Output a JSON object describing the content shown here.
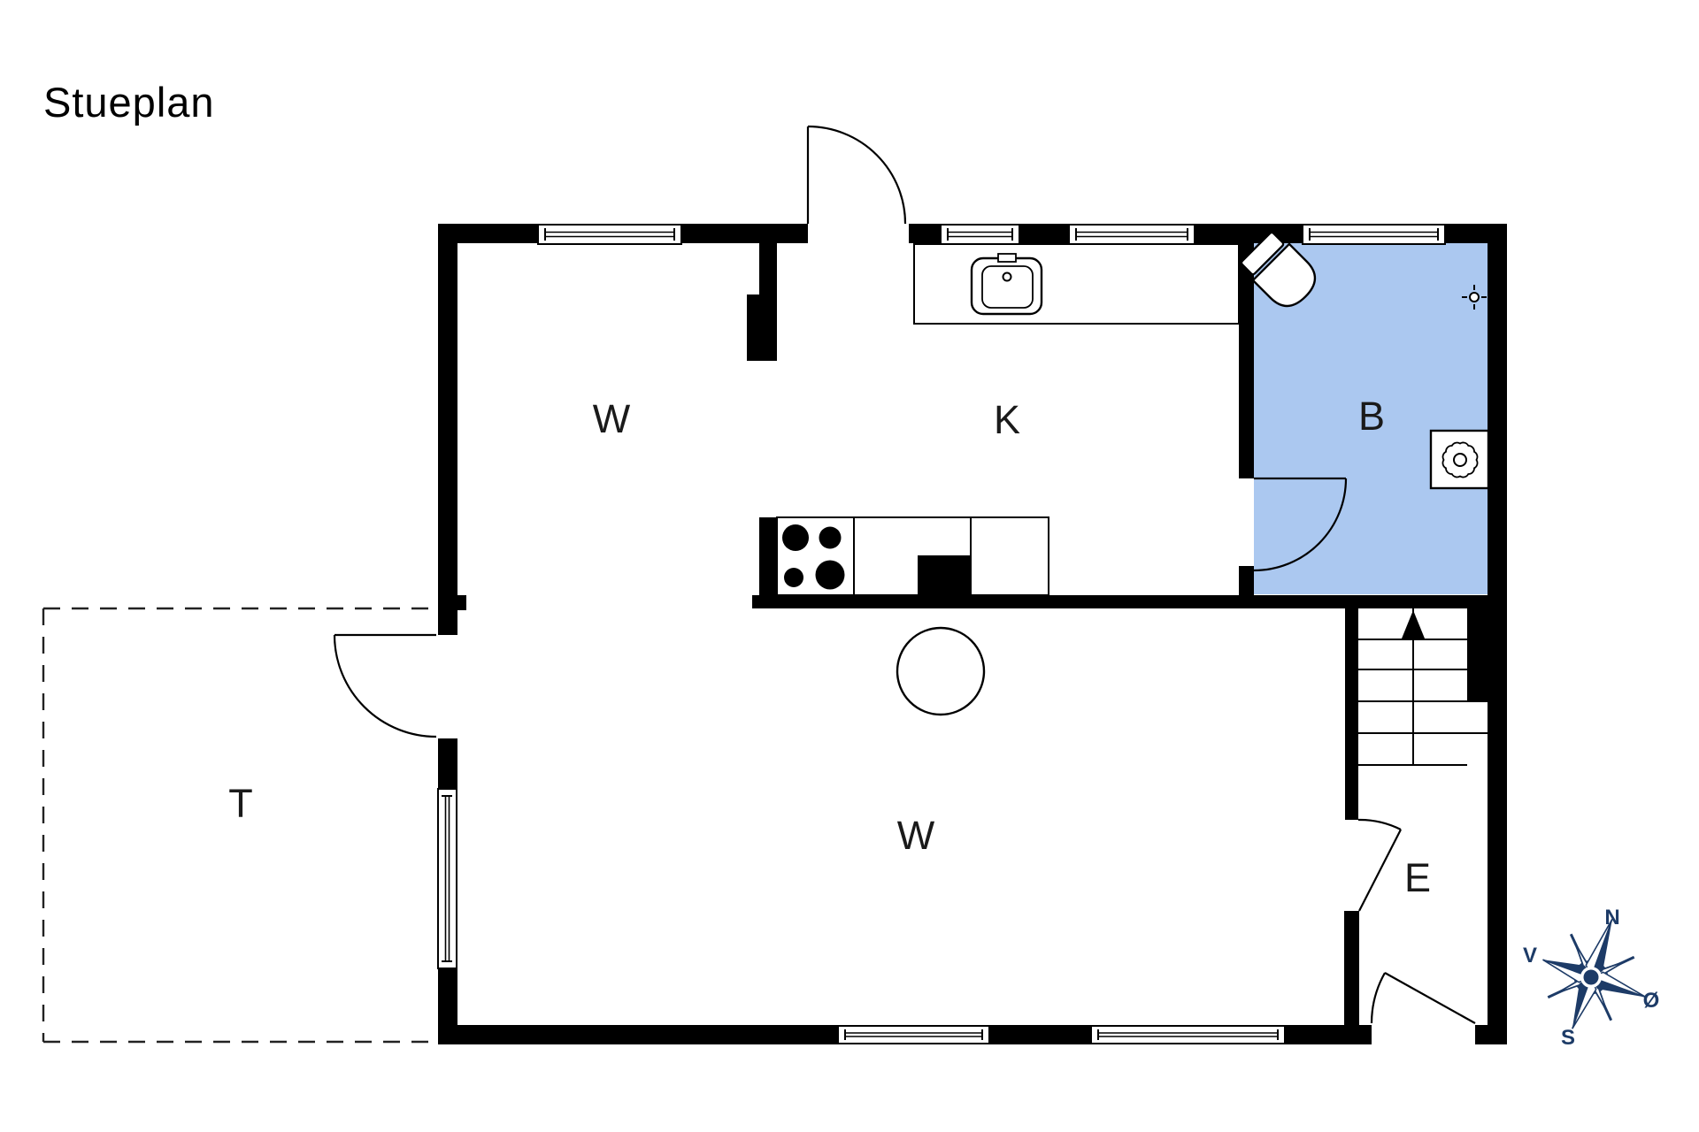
{
  "title": "Stueplan",
  "floorplan": {
    "rooms": [
      {
        "id": "living-upper",
        "label": "W"
      },
      {
        "id": "kitchen",
        "label": "K"
      },
      {
        "id": "bathroom",
        "label": "B"
      },
      {
        "id": "living-lower",
        "label": "W"
      },
      {
        "id": "entry",
        "label": "E"
      },
      {
        "id": "terrace",
        "label": "T"
      }
    ],
    "fixture_icons": [
      "sink-icon",
      "stove-icon",
      "toilet-icon",
      "floor-drain-icon",
      "thermostat-icon",
      "stairs-up-arrow-icon",
      "round-table-icon"
    ],
    "colors": {
      "bathroom_fill": "#abc8f0",
      "wall": "#000000",
      "compass": "#1d3b67"
    }
  },
  "compass": {
    "north": "N",
    "west": "V",
    "east": "Ø",
    "south": "S"
  }
}
